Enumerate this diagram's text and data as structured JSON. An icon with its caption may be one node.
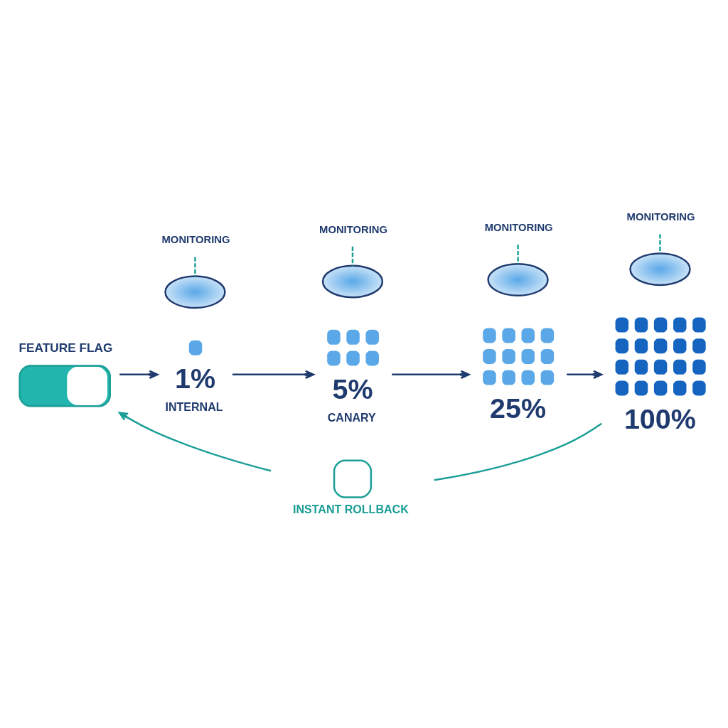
{
  "diagram": {
    "nodes": [
      {
        "text": [
          "MONITORING"
        ]
      },
      {
        "text": [
          "MONITORING"
        ]
      },
      {
        "text": [
          "MONITORING"
        ]
      },
      {
        "text": [
          "MONITORING"
        ]
      },
      {
        "text": [],
        "shape": "picture"
      },
      {
        "text": [],
        "shape": "picture"
      },
      {
        "text": [],
        "shape": "picture"
      },
      {
        "text": [],
        "shape": "picture"
      },
      {
        "text": [
          "FEATURE FLAG"
        ]
      },
      {
        "text": [
          "1%",
          "INTERNAL"
        ]
      },
      {
        "text": [
          "5%",
          "CANARY"
        ]
      },
      {
        "text": [
          "25%"
        ]
      },
      {
        "text": [
          "100%"
        ]
      },
      {
        "text": [
          "INSTANT ROLLBACK"
        ]
      }
    ],
    "edges": [
      {
        "from": 0,
        "to": 4,
        "arrow": "none",
        "style": "dashed"
      },
      {
        "from": 1,
        "to": 5,
        "arrow": "none",
        "style": "dashed"
      },
      {
        "from": 2,
        "to": 6,
        "arrow": "none",
        "style": "dashed"
      },
      {
        "from": 3,
        "to": 7,
        "arrow": "none",
        "style": "dashed"
      },
      {
        "from": 8,
        "to": 9,
        "arrow": "to",
        "color": "#1f3a6e"
      },
      {
        "from": 9,
        "to": 10,
        "arrow": "to",
        "color": "#1f3a6e"
      },
      {
        "from": 10,
        "to": 11,
        "arrow": "to",
        "color": "#1f3a6e"
      },
      {
        "from": 11,
        "to": 12,
        "arrow": "to",
        "color": "#1f3a6e"
      },
      {
        "from": 12,
        "to": 13,
        "arrow": "none"
      },
      {
        "from": 13,
        "to": 8,
        "arrow": "to"
      }
    ]
  }
}
